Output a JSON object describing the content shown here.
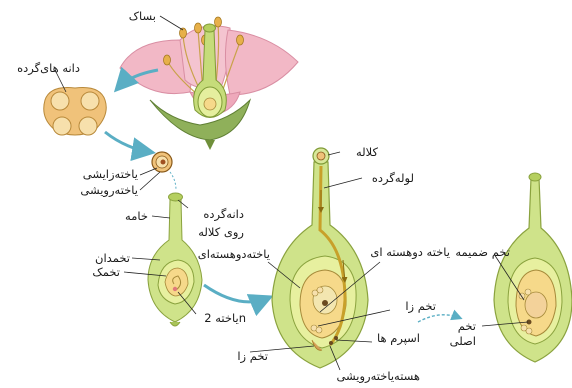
{
  "labels": {
    "anther": "بساک",
    "pollen_grains": "دانه های‌گرده",
    "generative_cell": "یاخته‌زایشی",
    "vegetative_cell": "یاخته‌رویشی",
    "pollen_on_stigma_1": "دانه‌گرده",
    "pollen_on_stigma_2": "روی کلاله",
    "style": "خامه",
    "ovary": "تخمدان",
    "ovule": "تخمک",
    "cell_2n": "یاخته 2n",
    "stigma": "کلاله",
    "pollen_tube": "لوله‌گرده",
    "binucleate_cell_a": "یاخته‌دوهسته‌ای",
    "binucleate_cell_b": "یاخته دوهسته ای",
    "egg_cell_a": "تخم زا",
    "egg_cell_b": "تخم زا",
    "sperms": "اسپرم ها",
    "vegetative_nucleus": "هسته‌یاخته‌رویشی",
    "endosperm_zygote": "تخم ضمیمه",
    "main_zygote": "تخم\nاصلی"
  },
  "colors": {
    "petal": "#f2b8c6",
    "petal_edge": "#d98ea3",
    "sepal": "#8fb05a",
    "pollen": "#f0c27a",
    "pistil": "#d9e89a",
    "pistil_edge": "#9fb54a",
    "ovule": "#f6d98a",
    "arrow": "#5aaec4",
    "tube": "#c8a02a"
  }
}
